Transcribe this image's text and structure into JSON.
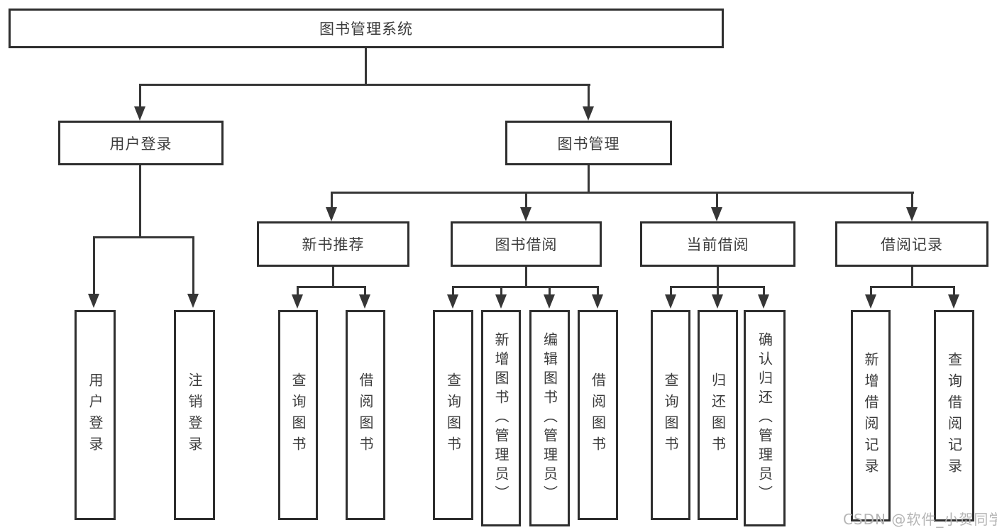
{
  "diagram": {
    "root": "图书管理系统",
    "login": {
      "label": "用户登录",
      "children": [
        "用户登录",
        "注销登录"
      ]
    },
    "manage": {
      "label": "图书管理",
      "groups": [
        {
          "label": "新书推荐",
          "children": [
            "查询图书",
            "借阅图书"
          ]
        },
        {
          "label": "图书借阅",
          "children": [
            "查询图书",
            "新增图书（管理员）",
            "编辑图书（管理员）",
            "借阅图书"
          ]
        },
        {
          "label": "当前借阅",
          "children": [
            "查询图书",
            "归还图书",
            "确认归还（管理员）"
          ]
        },
        {
          "label": "借阅记录",
          "children": [
            "新增借阅记录",
            "查询借阅记录"
          ]
        }
      ]
    }
  },
  "colors": {
    "line": "#363636",
    "border": "#2e2e2e",
    "text": "#3c3c3c",
    "watermark": "#b5b5b5"
  },
  "watermark": "CSDN @软件_小贺同学"
}
